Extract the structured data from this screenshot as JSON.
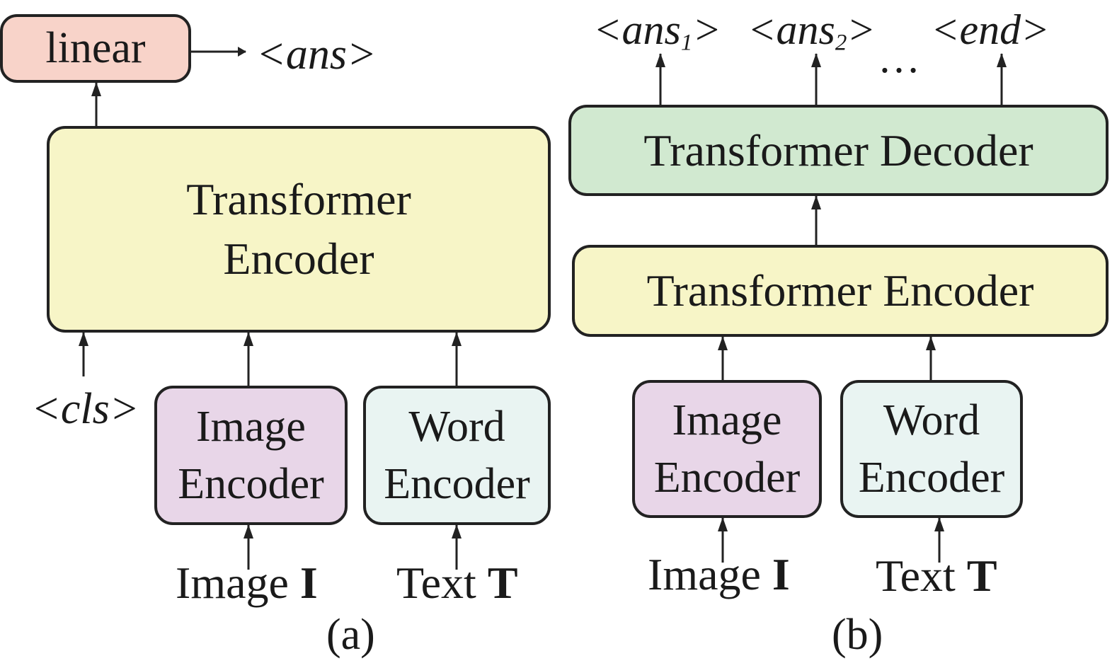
{
  "colors": {
    "linear": "#f8d3c9",
    "encoder": "#f7f5c7",
    "decoder": "#d1e9d0",
    "image_encoder": "#e8d6e8",
    "word_encoder": "#e9f4f2",
    "stroke": "#222222"
  },
  "panel_a": {
    "linear_label": "linear",
    "ans_label": "<ans>",
    "encoder_line1": "Transformer",
    "encoder_line2": "Encoder",
    "cls_label": "<cls>",
    "image_encoder_line1": "Image",
    "image_encoder_line2": "Encoder",
    "word_encoder_line1": "Word",
    "word_encoder_line2": "Encoder",
    "image_input_prefix": "Image ",
    "image_input_symbol": "I",
    "text_input_prefix": "Text ",
    "text_input_symbol": "T",
    "caption": "(a)"
  },
  "panel_b": {
    "out1_prefix": "<ans",
    "out1_sub": "1",
    "out1_suffix": ">",
    "out2_prefix": "<ans",
    "out2_sub": "2",
    "out2_suffix": ">",
    "ellipsis": "…",
    "out_end": "<end>",
    "decoder_label": "Transformer Decoder",
    "encoder_label": "Transformer Encoder",
    "image_encoder_line1": "Image",
    "image_encoder_line2": "Encoder",
    "word_encoder_line1": "Word",
    "word_encoder_line2": "Encoder",
    "image_input_prefix": "Image ",
    "image_input_symbol": "I",
    "text_input_prefix": "Text ",
    "text_input_symbol": "T",
    "caption": "(b)"
  }
}
